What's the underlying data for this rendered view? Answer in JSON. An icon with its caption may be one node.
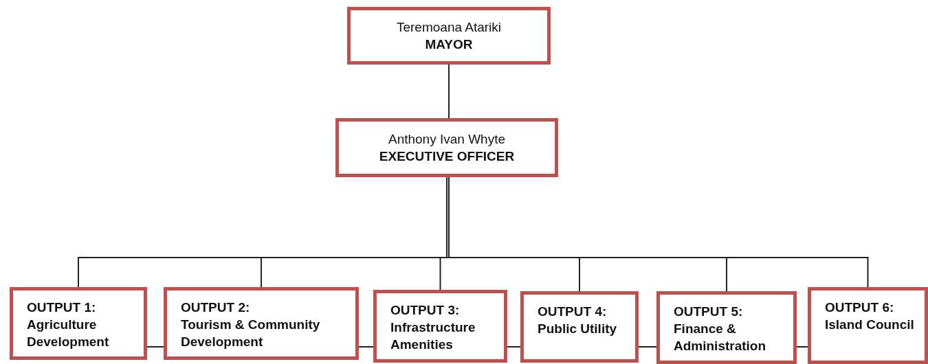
{
  "diagram": {
    "nodes": [
      {
        "text": [
          "Teremoana Atariki",
          "MAYOR"
        ]
      },
      {
        "text": [
          "Anthony Ivan Whyte",
          "EXECUTIVE OFFICER"
        ]
      },
      {
        "text": [
          "OUTPUT 1:",
          "Agriculture Development"
        ]
      },
      {
        "text": [
          "OUTPUT 2:",
          "Tourism & Community Development"
        ]
      },
      {
        "text": [
          "OUTPUT 3:",
          "Infrastructure Amenities"
        ]
      },
      {
        "text": [
          "OUTPUT 4:",
          "Public Utility"
        ]
      },
      {
        "text": [
          "OUTPUT 5:",
          "Finance & Administration"
        ]
      },
      {
        "text": [
          "OUTPUT 6:",
          "Island Council"
        ]
      }
    ],
    "edges": [
      {
        "from": 0,
        "to": 1,
        "arrow": "none"
      },
      {
        "from": 1,
        "to": 2,
        "arrow": "none"
      },
      {
        "from": 1,
        "to": 3,
        "arrow": "none"
      },
      {
        "from": 1,
        "to": 4,
        "arrow": "none"
      },
      {
        "from": 1,
        "to": 5,
        "arrow": "none"
      },
      {
        "from": 1,
        "to": 6,
        "arrow": "none"
      },
      {
        "from": 1,
        "to": 7,
        "arrow": "none"
      },
      {
        "from": 2,
        "to": 3,
        "arrow": "none"
      },
      {
        "from": 3,
        "to": 4,
        "arrow": "none"
      },
      {
        "from": 4,
        "to": 5,
        "arrow": "none"
      },
      {
        "from": 5,
        "to": 6,
        "arrow": "none"
      },
      {
        "from": 6,
        "to": 7,
        "arrow": "none"
      }
    ]
  }
}
